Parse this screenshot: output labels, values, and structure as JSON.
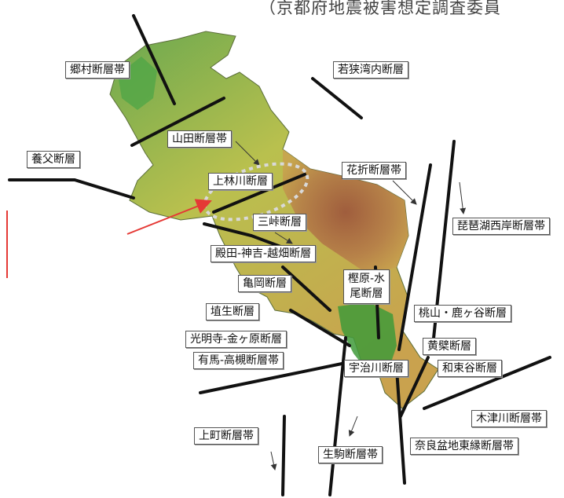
{
  "header": {
    "text": "（京都府地震被害想定調査委員"
  },
  "faults": {
    "gomura": "郷村断層帯",
    "wakasa_wan": "若狭湾内断層",
    "yamada": "山田断層帯",
    "yabu": "養父断層",
    "kambayashi": "上林川断層",
    "hanaore": "花折断層帯",
    "mitoke": "三峠断層",
    "biwako_seigan": "琵琶湖西岸断層帯",
    "tonoda_kamiyoshi_koshihata": "殿田-神吉-越畑断層",
    "kashiwara_line1": "樫原-水",
    "kashiwara_line2": "尾断層",
    "kameoka": "亀岡断層",
    "momoyama_shikagatani": "桃山・鹿ヶ谷断層",
    "nose": "埴生断層",
    "obaku": "黄檗断層",
    "komyoji_kanegahara": "光明寺-金ヶ原断層",
    "arima_takatsuki": "有馬-高槻断層帯",
    "ujigawa": "宇治川断層",
    "wazuka": "和束谷断層",
    "kizugawa": "木津川断層帯",
    "uemachi": "上町断層帯",
    "ikoma": "生駒断層帯",
    "nara_basin_east": "奈良盆地東縁断層帯"
  },
  "colors": {
    "lowland": "#3f9a3a",
    "midland": "#c8c24a",
    "highland": "#b0703e",
    "mountain": "#9a4e3a",
    "fault_line": "#111111",
    "highlight_circle": "#d9d9d9",
    "arrow": "#e53935"
  }
}
